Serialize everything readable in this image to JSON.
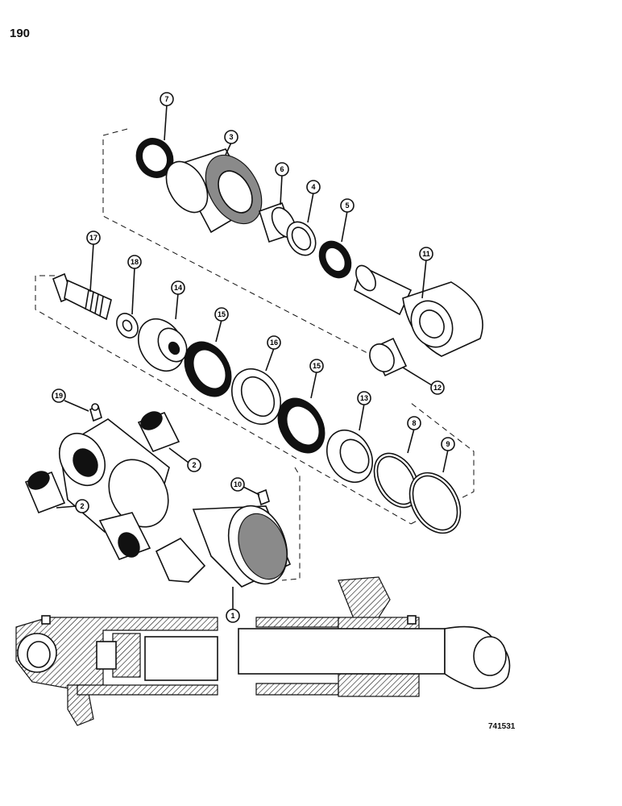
{
  "page_number": "190",
  "drawing_id": "741531",
  "callouts": [
    "7",
    "3",
    "6",
    "4",
    "5",
    "11",
    "17",
    "18",
    "14",
    "15",
    "16",
    "15",
    "12",
    "13",
    "19",
    "2",
    "8",
    "9",
    "10",
    "2",
    "1"
  ]
}
